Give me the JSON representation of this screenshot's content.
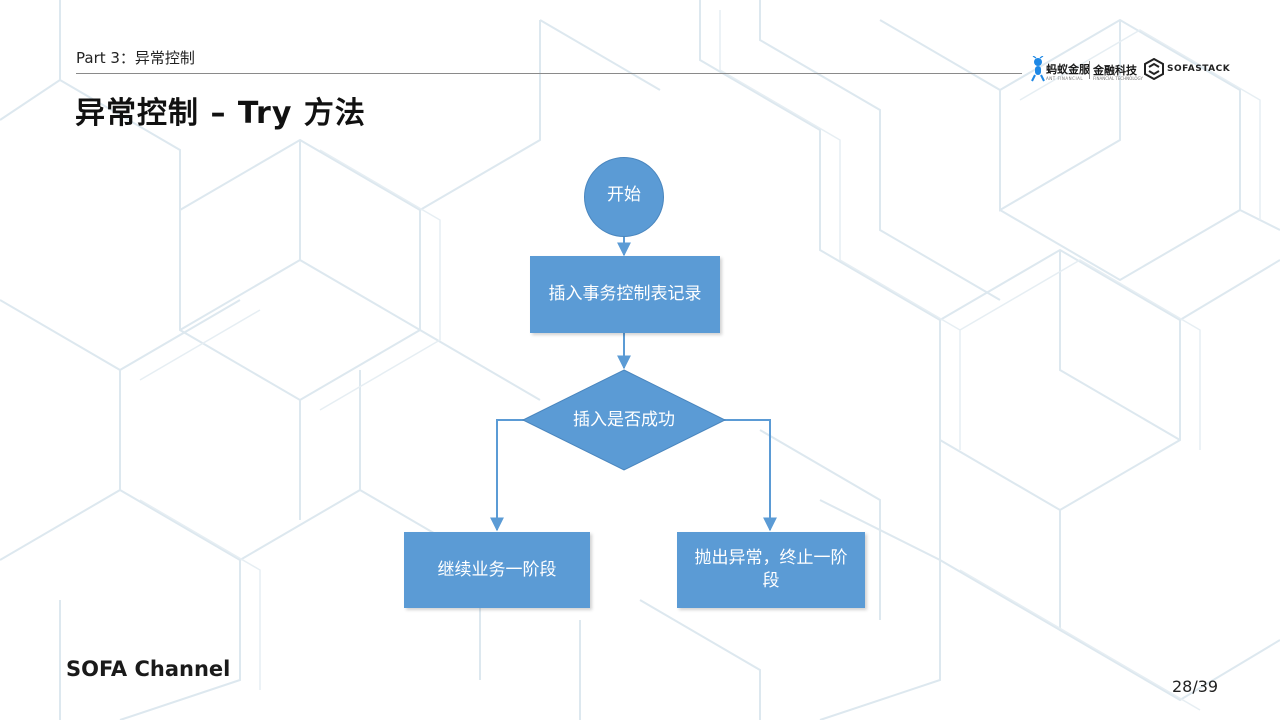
{
  "header": {
    "section": "Part 3：异常控制",
    "title": "异常控制 – Try 方法"
  },
  "logos": {
    "ant_cn": "蚂蚁金服",
    "ant_en": "ANT FINANCIAL",
    "fin_cn": "金融科技",
    "fin_en": "FINANCIAL TECHNOLOGY",
    "sofa": "SOFASTACK"
  },
  "flow": {
    "start": "开始",
    "insert": "插入事务控制表记录",
    "decision": "插入是否成功",
    "continue": "继续业务一阶段",
    "abort_line1": "抛出异常，终止一阶",
    "abort_line2": "段"
  },
  "footer": {
    "channel": "SOFA Channel",
    "page": "28/39"
  },
  "colors": {
    "node_fill": "#5b9bd5",
    "connector": "#5b9bd5",
    "background_lines": "#dbe7ee"
  }
}
